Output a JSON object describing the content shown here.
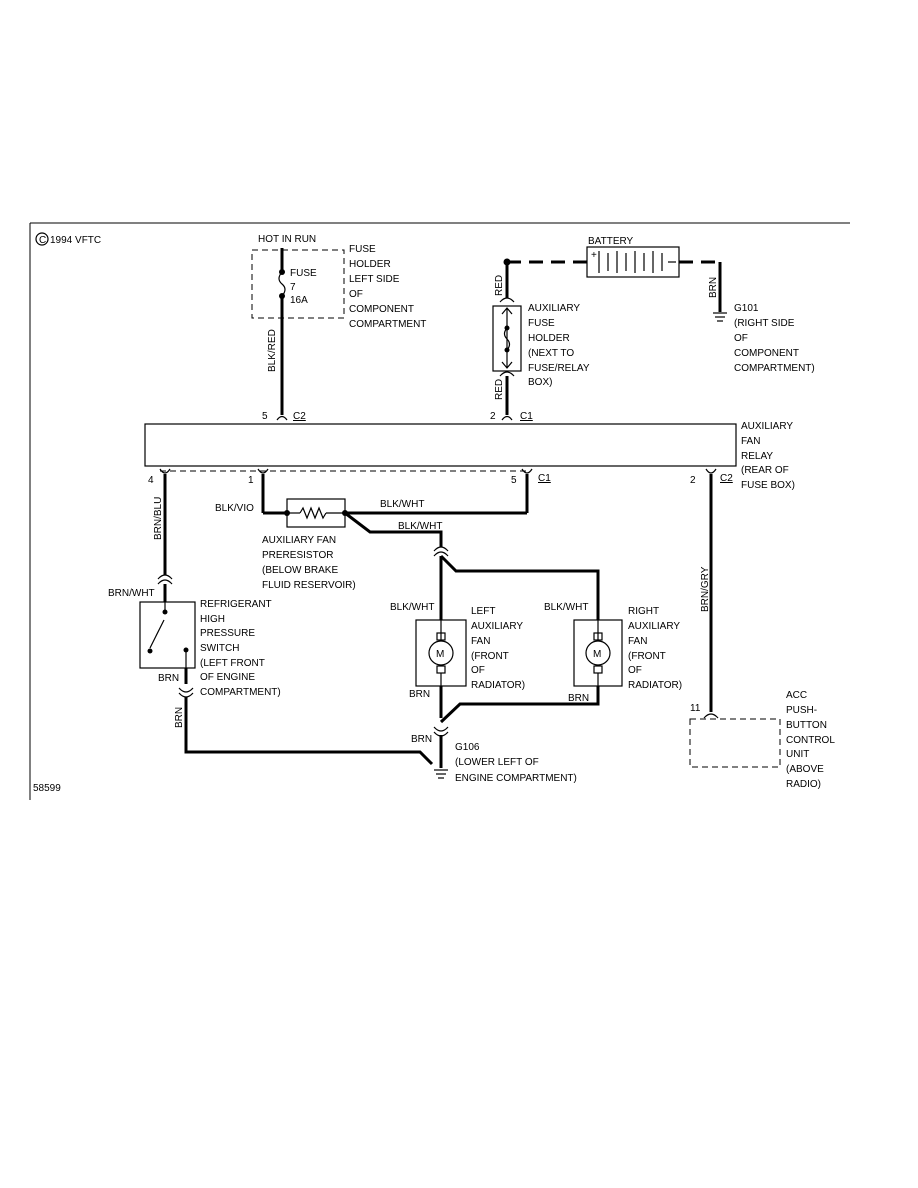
{
  "copyright": "1994 VFTC",
  "copyright_symbol": "C",
  "figure_number": "58599",
  "fuse_holder": {
    "hot_label": "HOT IN RUN",
    "fuse_lines": [
      "FUSE",
      "7",
      "16A"
    ],
    "location_lines": [
      "FUSE",
      "HOLDER",
      "LEFT SIDE",
      "OF",
      "COMPONENT",
      "COMPARTMENT"
    ],
    "wire": "BLK/RED",
    "pin": "5",
    "connector": "C2"
  },
  "battery": {
    "label": "BATTERY",
    "wire_red_top": "RED",
    "wire_brn": "BRN",
    "ground_lines": [
      "G101",
      "(RIGHT SIDE",
      "OF",
      "COMPONENT",
      "COMPARTMENT)"
    ]
  },
  "aux_fuse_holder": {
    "lines": [
      "AUXILIARY",
      "FUSE",
      "HOLDER",
      "(NEXT TO",
      "FUSE/RELAY",
      "BOX)"
    ],
    "wire_bottom": "RED",
    "pin": "2",
    "connector": "C1"
  },
  "relay": {
    "lines": [
      "AUXILIARY",
      "FAN",
      "RELAY",
      "(REAR OF",
      "FUSE BOX)"
    ],
    "pins": [
      {
        "pin": "4"
      },
      {
        "pin": "1"
      },
      {
        "pin": "5",
        "connector": "C1"
      },
      {
        "pin": "2",
        "connector": "C2"
      }
    ]
  },
  "preresistor": {
    "wire_in": "BLK/VIO",
    "wire_out": "BLK/WHT",
    "wire_down": "BLK/WHT",
    "lines": [
      "AUXILIARY FAN",
      "PRERESISTOR",
      "(BELOW BRAKE",
      "FLUID RESERVOIR)"
    ]
  },
  "pressure_switch": {
    "wire_top": "BRN/BLU",
    "wire_in": "BRN/WHT",
    "wire_out": "BRN",
    "wire_down": "BRN",
    "lines": [
      "REFRIGERANT",
      "HIGH",
      "PRESSURE",
      "SWITCH",
      "(LEFT FRONT",
      "OF ENGINE",
      "COMPARTMENT)"
    ]
  },
  "left_fan": {
    "wire_in": "BLK/WHT",
    "wire_out": "BRN",
    "motor_symbol": "M",
    "lines": [
      "LEFT",
      "AUXILIARY",
      "FAN",
      "(FRONT",
      "OF",
      "RADIATOR)"
    ]
  },
  "right_fan": {
    "wire_in": "BLK/WHT",
    "wire_out": "BRN",
    "motor_symbol": "M",
    "lines": [
      "RIGHT",
      "AUXILIARY",
      "FAN",
      "(FRONT",
      "OF",
      "RADIATOR)"
    ]
  },
  "ground_g106": {
    "wire": "BRN",
    "lines": [
      "G106",
      "(LOWER LEFT OF",
      "ENGINE COMPARTMENT)"
    ]
  },
  "acc_unit": {
    "wire": "BRN/GRY",
    "pin": "11",
    "lines": [
      "ACC",
      "PUSH-",
      "BUTTON",
      "CONTROL",
      "UNIT",
      "(ABOVE",
      "RADIO)"
    ]
  }
}
